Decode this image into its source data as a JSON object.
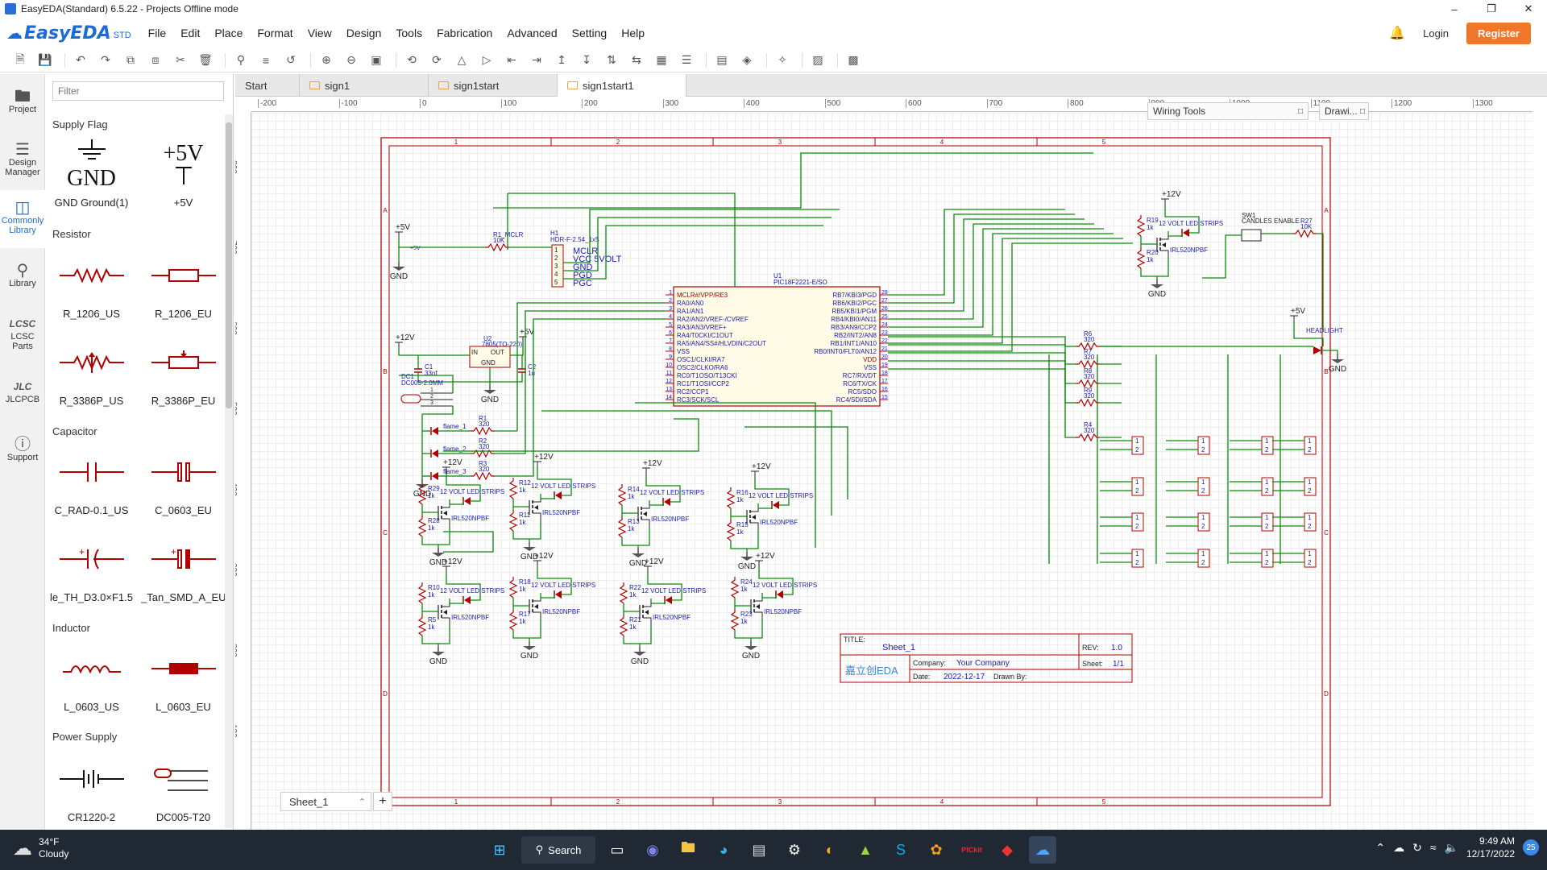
{
  "window": {
    "title": "EasyEDA(Standard) 6.5.22 - Projects Offline mode"
  },
  "app": {
    "logo": "EasyEDA",
    "edition": "STD"
  },
  "menu": [
    "File",
    "Edit",
    "Place",
    "Format",
    "View",
    "Design",
    "Tools",
    "Fabrication",
    "Advanced",
    "Setting",
    "Help"
  ],
  "auth": {
    "login": "Login",
    "register": "Register"
  },
  "left_nav": [
    {
      "label": "Project",
      "icon": "folder-icon"
    },
    {
      "label": "Design Manager",
      "icon": "design-manager-icon"
    },
    {
      "label": "Commonly Library",
      "icon": "common-library-icon",
      "active": true
    },
    {
      "label": "Library",
      "icon": "search-library-icon"
    },
    {
      "label": "LCSC Parts",
      "icon": "lcsc-icon"
    },
    {
      "label": "JLCPCB",
      "icon": "jlcpcb-icon"
    },
    {
      "label": "Support",
      "icon": "help-icon"
    }
  ],
  "library": {
    "filter_placeholder": "Filter",
    "sections": [
      {
        "title": "Supply Flag",
        "parts": [
          "GND Ground(1)",
          "+5V"
        ]
      },
      {
        "title": "Resistor",
        "parts": [
          "R_1206_US",
          "R_1206_EU",
          "R_3386P_US",
          "R_3386P_EU"
        ]
      },
      {
        "title": "Capacitor",
        "parts": [
          "C_RAD-0.1_US",
          "C_0603_EU",
          "le_TH_D3.0×F1.5",
          "_Tan_SMD_A_EU"
        ]
      },
      {
        "title": "Inductor",
        "parts": [
          "L_0603_US",
          "L_0603_EU"
        ]
      },
      {
        "title": "Power Supply",
        "parts": [
          "CR1220-2",
          "DC005-T20"
        ]
      }
    ],
    "symbols": {
      "gnd_text": "GND",
      "p5v_text": "+5V"
    }
  },
  "tabs": [
    {
      "label": "Start",
      "folder": false
    },
    {
      "label": "sign1",
      "folder": true
    },
    {
      "label": "sign1start",
      "folder": true
    },
    {
      "label": "sign1start1",
      "folder": true,
      "active": true
    }
  ],
  "rulers": {
    "top": [
      "-200",
      "-100",
      "0",
      "100",
      "200",
      "300",
      "400",
      "500",
      "600",
      "700",
      "800",
      "900",
      "1000",
      "1100",
      "1200",
      "1300"
    ],
    "left": [
      "800",
      "700",
      "600",
      "500",
      "400",
      "300",
      "200",
      "100"
    ]
  },
  "panels": {
    "wiring": "Wiring Tools",
    "drawing": "Drawi..."
  },
  "sheet_tab": "Sheet_1",
  "sheet_add": "+",
  "schematic": {
    "border_cols": [
      "1",
      "2",
      "3",
      "4",
      "5"
    ],
    "border_rows": [
      "A",
      "B",
      "C",
      "D"
    ],
    "u1": {
      "ref": "U1",
      "part": "PIC18F2221-E/SO",
      "left_pins": [
        "MCLR#/VPP/RE3",
        "RA0/AN0",
        "RA1/AN1",
        "RA2/AN2/VREF-/CVREF",
        "RA3/AN3/VREF+",
        "RA4/T0CKI/C1OUT",
        "RA5/AN4/SS#/HLVDIN/C2OUT",
        "VSS",
        "OSC1/CLKI/RA7",
        "OSC2/CLKO/RA6",
        "RC0/T1OSO/T13CKI",
        "RC1/T1OSI/CCP2",
        "RC2/CCP1",
        "RC3/SCK/SCL"
      ],
      "left_nums": [
        "1",
        "2",
        "3",
        "4",
        "5",
        "6",
        "7",
        "8",
        "9",
        "10",
        "11",
        "12",
        "13",
        "14"
      ],
      "right_pins": [
        "RB7/KBI3/PGD",
        "RB6/KBI2/PGC",
        "RB5/KBI1/PGM",
        "RB4/KBI0/AN11",
        "RB3/AN9/CCP2",
        "RB2/INT2/AN8",
        "RB1/INT1/AN10",
        "RB0/INT0/FLT0/AN12",
        "VDD",
        "VSS",
        "RC7/RX/DT",
        "RC6/TX/CK",
        "RC5/SDO",
        "RC4/SDI/SDA"
      ],
      "right_nums": [
        "28",
        "27",
        "26",
        "25",
        "24",
        "23",
        "22",
        "21",
        "20",
        "19",
        "18",
        "17",
        "16",
        "15"
      ]
    },
    "h1": {
      "ref": "H1",
      "part": "HDR-F-2.54_1x5",
      "pins": [
        "MCLR",
        "VCC 5VOLT",
        "GND",
        "PGD",
        "PGC"
      ]
    },
    "r1_mclr": {
      "ref": "R1_MCLR",
      "val": "10K"
    },
    "u2": {
      "ref": "U2",
      "part": "7805(TO-220)",
      "in": "IN",
      "out": "OUT",
      "gnd": "GND"
    },
    "caps": [
      {
        "ref": "C1",
        "val": "33nf"
      },
      {
        "ref": "C2",
        "val": "1u"
      }
    ],
    "dc1": {
      "ref": "DC1",
      "part": "DC005-2.0MM"
    },
    "flames": [
      {
        "ref": "R1",
        "val": "320",
        "led": "flame_1"
      },
      {
        "ref": "R2",
        "val": "320",
        "led": "flame_2"
      },
      {
        "ref": "R3",
        "val": "320",
        "led": "flame_3"
      }
    ],
    "rc_res": [
      {
        "ref": "R6",
        "val": "320"
      },
      {
        "ref": "R7",
        "val": "320"
      },
      {
        "ref": "R8",
        "val": "320"
      },
      {
        "ref": "R9",
        "val": "320"
      },
      {
        "ref": "R4",
        "val": "320"
      }
    ],
    "sw1": {
      "ref": "SW1",
      "part": "CANDLES ENABLE"
    },
    "r27": {
      "ref": "R27",
      "val": "10K"
    },
    "headlight": "HEADLIGHT",
    "strip_label": "12 VOLT LED STRIPS",
    "mosfet": "IRL520NPBF",
    "plus12": "+12V",
    "plus5": "+5V",
    "gnd": "GND",
    "drivers": [
      {
        "ra": "R19",
        "rb": "R20"
      },
      {
        "ra": "R29",
        "rb": "R28"
      },
      {
        "ra": "R12",
        "rb": "R11"
      },
      {
        "ra": "R14",
        "rb": "R13"
      },
      {
        "ra": "R16",
        "rb": "R15"
      },
      {
        "ra": "R10",
        "rb": "R5"
      },
      {
        "ra": "R18",
        "rb": "R17"
      },
      {
        "ra": "R22",
        "rb": "R21"
      },
      {
        "ra": "R24",
        "rb": "R23"
      }
    ],
    "conn_pins": [
      "1",
      "2"
    ],
    "title_block": {
      "title_label": "TITLE:",
      "title": "Sheet_1",
      "rev_label": "REV:",
      "rev": "1.0",
      "company_label": "Company:",
      "company": "Your Company",
      "sheet_label": "Sheet:",
      "sheet": "1/1",
      "date_label": "Date:",
      "date": "2022-12-17",
      "drawn_label": "Drawn By:",
      "logo": "嘉立创EDA"
    }
  },
  "taskbar": {
    "weather_temp": "34°F",
    "weather_desc": "Cloudy",
    "search": "Search",
    "time": "9:49 AM",
    "date": "12/17/2022",
    "notifications": "25"
  },
  "colors": {
    "accent": "#1c6ad6",
    "register": "#f0772a",
    "wire": "#008800",
    "symbol": "#b10000",
    "pin_text": "#0000b0",
    "frame": "#b00000"
  }
}
